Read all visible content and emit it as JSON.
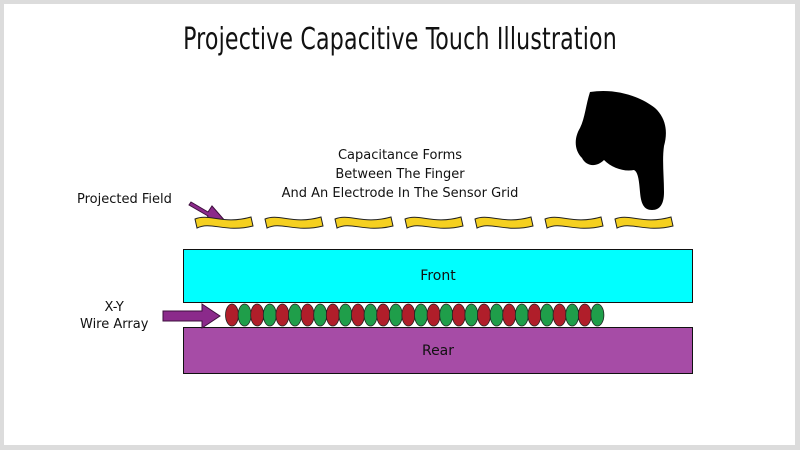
{
  "title": "Projective Capacitive Touch Illustration",
  "caption": {
    "line1": "Capacitance Forms",
    "line2": "Between The Finger",
    "line3": "And An Electrode In The Sensor Grid"
  },
  "labels": {
    "projected_field": "Projected Field",
    "wire_array_line1": "X-Y",
    "wire_array_line2": "Wire Array"
  },
  "layers": {
    "front": "Front",
    "rear": "Rear"
  },
  "colors": {
    "front": "#00ffff",
    "rear": "#a64ca6",
    "field_segment": "#f5d020",
    "arrow": "#8b2a8b",
    "wire_red": "#b01e2a",
    "wire_green": "#1f9e4a",
    "finger": "#000000"
  },
  "field_segments_count": 7,
  "wire_pattern": [
    "red",
    "green"
  ],
  "wire_count": 30,
  "icons": {
    "finger": "pointing-finger-icon",
    "arrow": "arrow-right-icon"
  }
}
